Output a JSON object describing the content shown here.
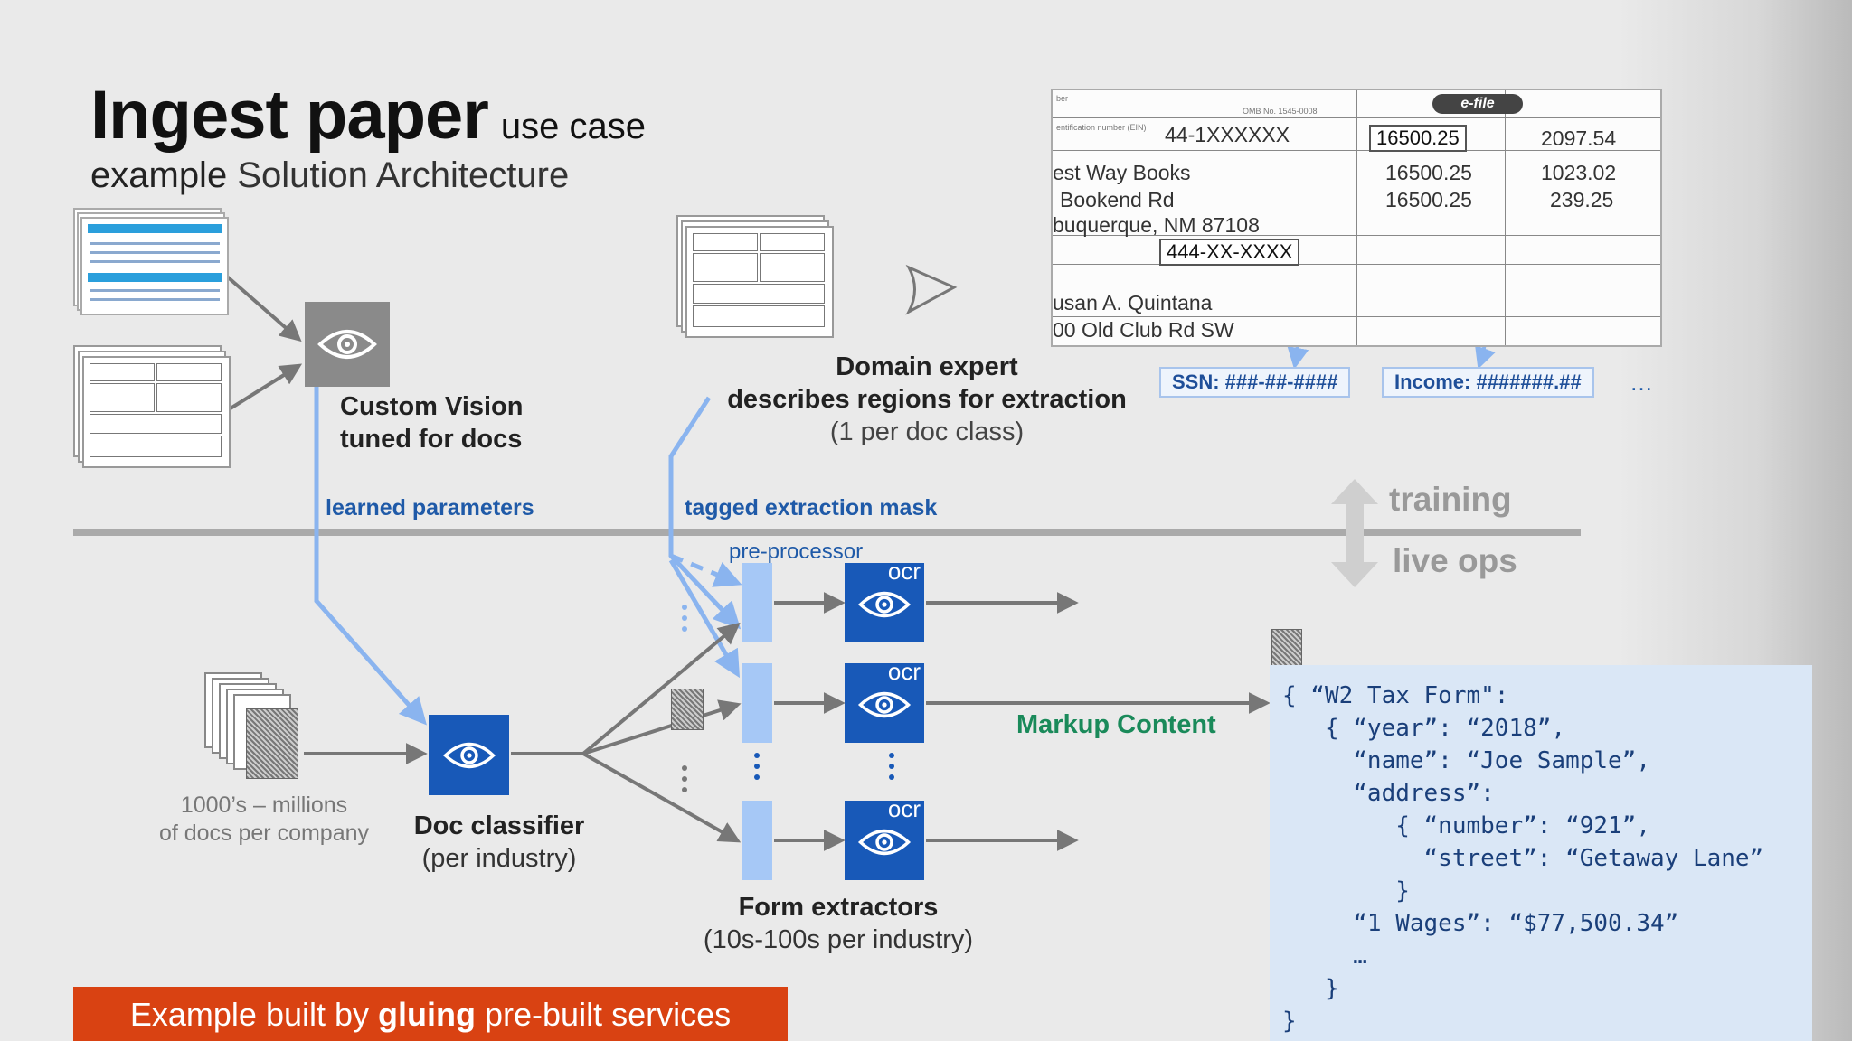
{
  "title": {
    "main": "Ingest paper",
    "suffix": "use case"
  },
  "subtitle": {
    "bold": "example",
    "rest": "Solution Architecture"
  },
  "nodes": {
    "custom_vision": {
      "line1": "Custom Vision",
      "line2": "tuned for docs"
    },
    "domain_expert": {
      "line1": "Domain expert",
      "line2": "describes regions for extraction",
      "line3": "(1 per doc class)"
    },
    "doc_classifier": {
      "line1": "Doc classifier",
      "line2": "(per industry)"
    },
    "docs_volume": {
      "line1": "1000’s – millions",
      "line2": "of docs per company"
    },
    "form_extractors": {
      "line1": "Form extractors",
      "line2": "(10s-100s per industry)"
    },
    "pre_processor": "pre-processor",
    "ocr": "ocr"
  },
  "edges": {
    "learned_parameters": "learned parameters",
    "tagged_extraction_mask": "tagged extraction mask",
    "markup_content": "Markup Content"
  },
  "phases": {
    "training": "training",
    "live_ops": "live ops"
  },
  "mask_tags": {
    "ssn": "SSN: ###-##-####",
    "income": "Income: #######.##",
    "more": "…"
  },
  "form_sample": {
    "ein": "44-1XXXXXX",
    "company": "est Way Books",
    "street": "Bookend Rd",
    "city": "buquerque, NM 87108",
    "ssn": "444-XX-XXXX",
    "employee": "usan A. Quintana",
    "emp_address": "00 Old Club Rd SW",
    "wages": "16500.25",
    "fed_tax": "2097.54",
    "ss_wages": "16500.25",
    "ss_tax": "1023.02",
    "medicare_wages": "16500.25",
    "medicare_tax": "239.25",
    "efile": "e-file"
  },
  "json_output": {
    "lines": [
      "{ “W2 Tax Form\":",
      "   { “year”: “2018”,",
      "     “name”: “Joe Sample”,",
      "     “address”:",
      "        { “number”: “921”,",
      "          “street”: “Getaway Lane”",
      "        }",
      "     “1 Wages”: “$77,500.34”",
      "     …",
      "   }",
      "}"
    ]
  },
  "banner": {
    "pre": "Example built by ",
    "bold": "gluing",
    "post": " pre-built services"
  },
  "colors": {
    "accent_blue": "#1859b8",
    "light_blue": "#a6c8f6",
    "banner_orange": "#d94212",
    "markup_green": "#1a8a5a",
    "label_blue": "#1f5aa8"
  }
}
